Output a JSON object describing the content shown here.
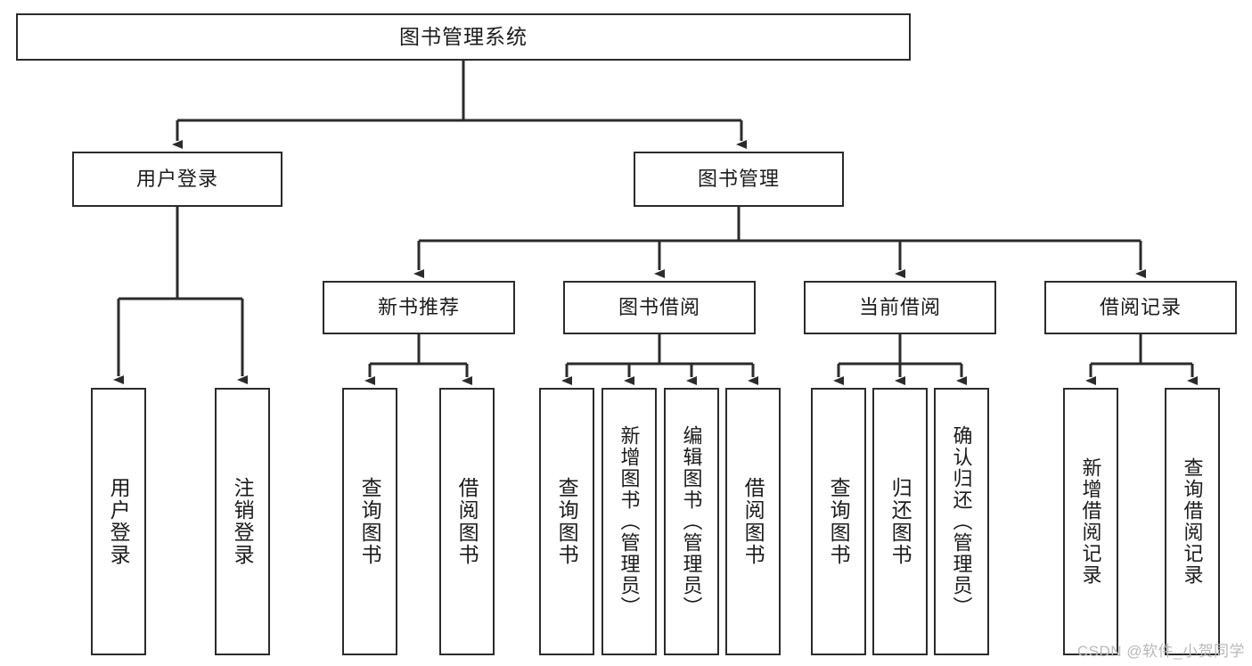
{
  "diagram": {
    "type": "tree-hierarchy",
    "title": "图书管理系统",
    "orientation": "top-down",
    "colors": {
      "box_border": "#2b2b2b",
      "box_fill": "#ffffff",
      "connector": "#2b2b2b",
      "background": "#ffffff",
      "watermark": "#b9b9b9"
    },
    "root": {
      "label": "图书管理系统"
    },
    "level2": [
      {
        "label": "用户登录"
      },
      {
        "label": "图书管理"
      }
    ],
    "level3": [
      {
        "label": "新书推荐"
      },
      {
        "label": "图书借阅"
      },
      {
        "label": "当前借阅"
      },
      {
        "label": "借阅记录"
      }
    ],
    "leaves": {
      "user_login": [
        {
          "label": "用户登录"
        },
        {
          "label": "注销登录"
        }
      ],
      "new_book_recommend": [
        {
          "label": "查询图书"
        },
        {
          "label": "借阅图书"
        }
      ],
      "book_borrow": [
        {
          "label": "查询图书"
        },
        {
          "label": "新增图书（管理员）"
        },
        {
          "label": "编辑图书（管理员）"
        },
        {
          "label": "借阅图书"
        }
      ],
      "current_borrow": [
        {
          "label": "查询图书"
        },
        {
          "label": "归还图书"
        },
        {
          "label": "确认归还（管理员）"
        }
      ],
      "borrow_record": [
        {
          "label": "新增借阅记录"
        },
        {
          "label": "查询借阅记录"
        }
      ]
    }
  },
  "watermark": {
    "text": "CSDN @软件_小贺同学"
  }
}
